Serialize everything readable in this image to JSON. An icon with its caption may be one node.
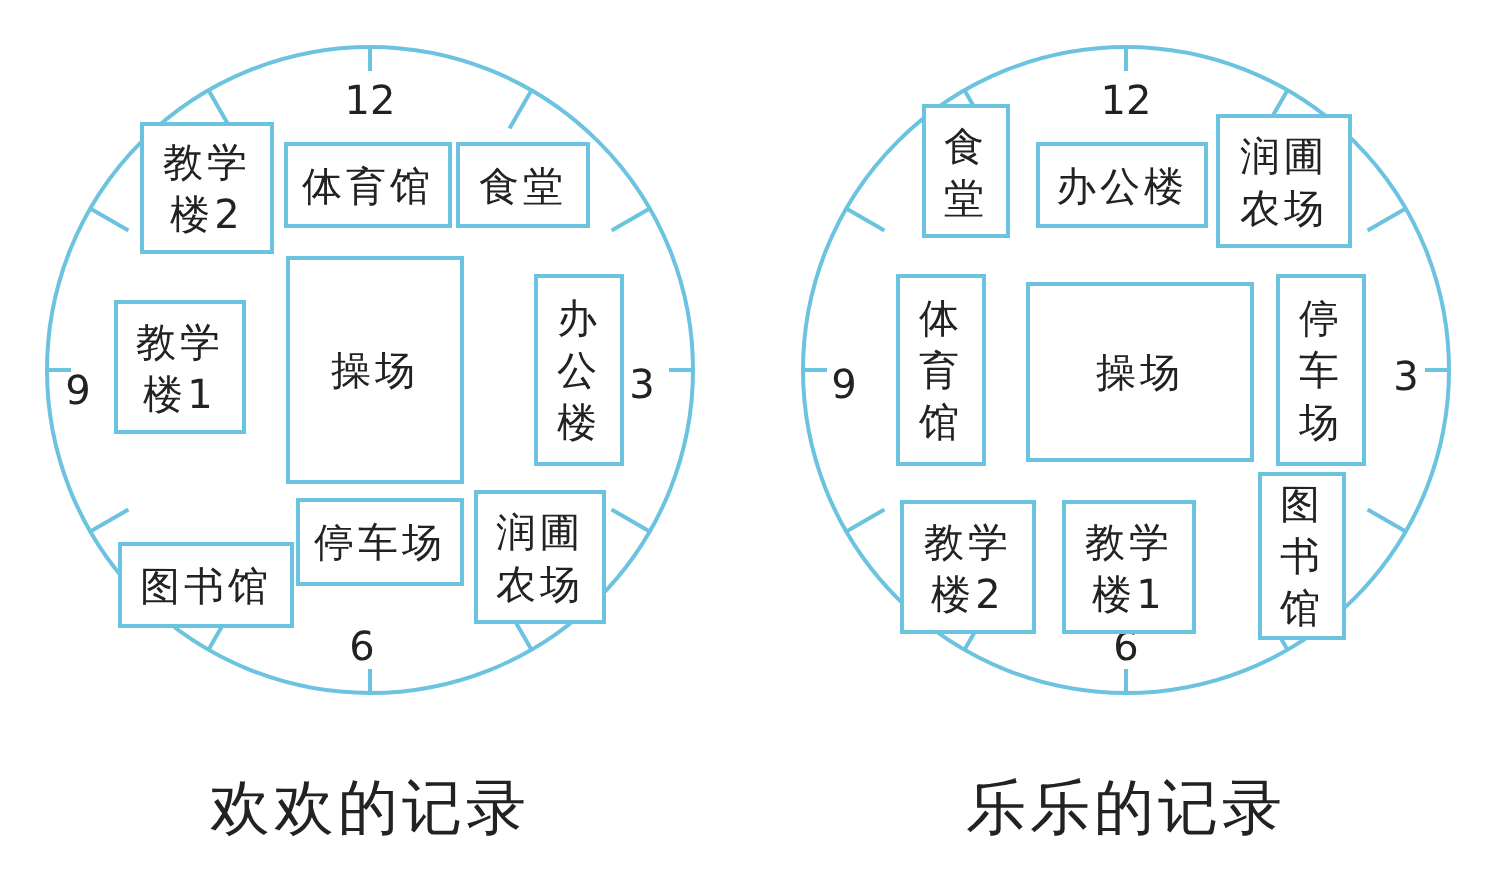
{
  "diagram": {
    "nodes": [
      {
        "text": [
          "12",
          "3",
          "6",
          "9"
        ]
      },
      {
        "text": [
          "教学楼2"
        ],
        "in": 0
      },
      {
        "text": [
          "体育馆"
        ],
        "in": 0
      },
      {
        "text": [
          "食堂"
        ],
        "in": 0
      },
      {
        "text": [
          "教学楼1"
        ],
        "in": 0
      },
      {
        "text": [
          "操场"
        ],
        "in": 0
      },
      {
        "text": [
          "办公楼"
        ],
        "in": 0
      },
      {
        "text": [
          "停车场"
        ],
        "in": 0
      },
      {
        "text": [
          "润圃农场"
        ],
        "in": 0
      },
      {
        "text": [
          "图书馆"
        ],
        "in": 0
      },
      {
        "text": [
          "12",
          "3",
          "6",
          "9"
        ]
      },
      {
        "text": [
          "食堂"
        ],
        "in": 10
      },
      {
        "text": [
          "办公楼"
        ],
        "in": 10
      },
      {
        "text": [
          "润圃农场"
        ],
        "in": 10
      },
      {
        "text": [
          "体育馆"
        ],
        "in": 10
      },
      {
        "text": [
          "操场"
        ],
        "in": 10
      },
      {
        "text": [
          "停车场"
        ],
        "in": 10
      },
      {
        "text": [
          "图书馆"
        ],
        "in": 10
      },
      {
        "text": [
          "教学楼2"
        ],
        "in": 10
      },
      {
        "text": [
          "教学楼1"
        ],
        "in": 10
      }
    ],
    "labels": [
      "欢欢的记录",
      "乐乐的记录"
    ]
  }
}
